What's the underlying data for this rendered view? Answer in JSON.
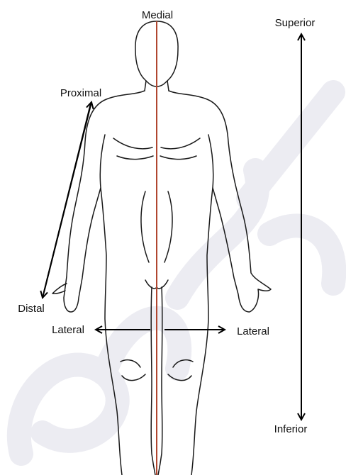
{
  "labels": {
    "medial": "Medial",
    "superior": "Superior",
    "inferior": "Inferior",
    "proximal": "Proximal",
    "distal": "Distal",
    "lateral_left": "Lateral",
    "lateral_right": "Lateral"
  },
  "colors": {
    "midline": "#b0462f",
    "outline": "#1a1a1a",
    "arrow": "#000000",
    "watermark": "#ececf2"
  }
}
